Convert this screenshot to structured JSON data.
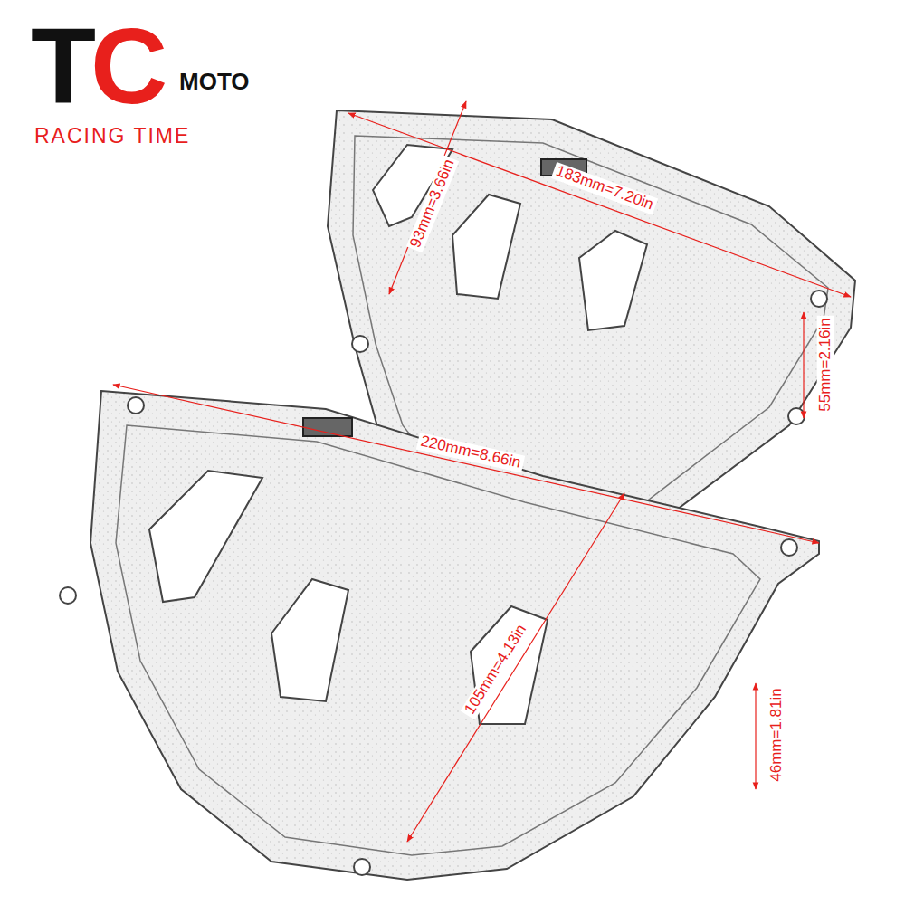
{
  "diagram": {
    "labels": [
      "TC",
      "MOTO",
      "RACING TIME",
      "183mm=7.20in",
      "93mm=3.66in",
      "55mm=2.16in",
      "220mm=8.66in",
      "105mm=4.13in",
      "46mm=1.81in"
    ]
  }
}
